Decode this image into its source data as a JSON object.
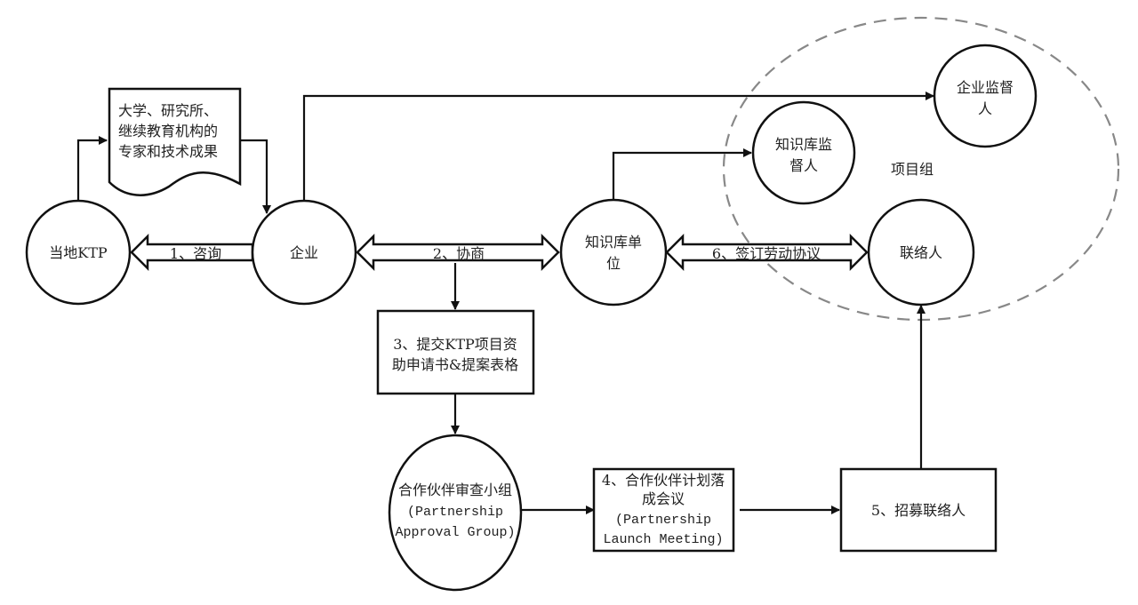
{
  "diagram": {
    "nodes": {
      "local_ktp": "当地KTP",
      "enterprise": "企业",
      "knowledge_base": [
        "知识库单",
        "位"
      ],
      "university_doc": [
        "大学、研究所、",
        "继续教育机构的",
        "专家和技术成果"
      ],
      "enterprise_supervisor": [
        "企业监督",
        "人"
      ],
      "kb_supervisor": [
        "知识库监",
        "督人"
      ],
      "project_group": "项目组",
      "liaison": "联络人",
      "step3": [
        "3、提交KTP项目资",
        "助申请书&提案表格"
      ],
      "approval_group": [
        "合作伙伴审查小组",
        "(Partnership",
        "Approval Group)"
      ],
      "step4": [
        "4、合作伙伴计划落",
        "成会议",
        "(Partnership",
        "Launch Meeting)"
      ],
      "step5": "5、招募联络人"
    },
    "edges": {
      "step1": "1、咨询",
      "step2": "2、协商",
      "step6": "6、签订劳动协议"
    }
  }
}
